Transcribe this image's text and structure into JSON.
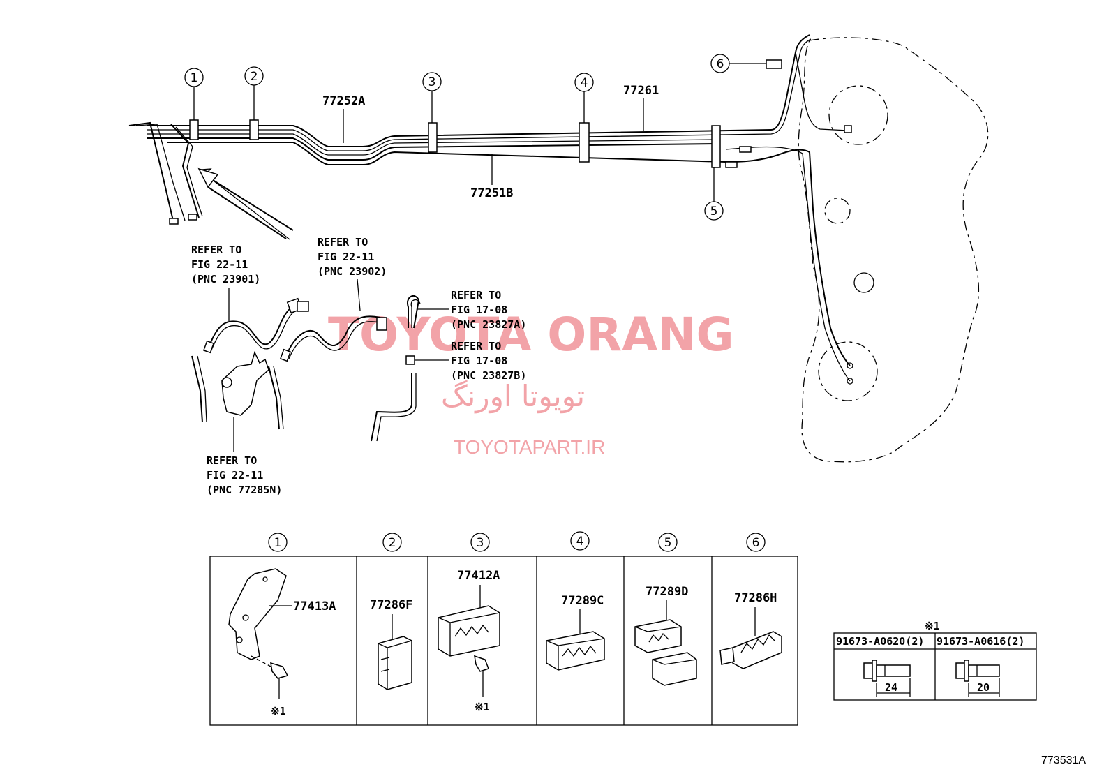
{
  "figure_number": "773531A",
  "watermark": {
    "brand": "TOYOTA ORANG",
    "persian": "تویوتا اورنگ",
    "site": "TOYOTAPART.IR"
  },
  "main_labels": {
    "tube_a": "77252A",
    "tube_b": "77251B",
    "tube_c": "77261"
  },
  "callouts": [
    "1",
    "2",
    "3",
    "4",
    "5",
    "6"
  ],
  "references": [
    {
      "line1": "REFER TO",
      "line2": "FIG 22-11",
      "line3": "(PNC 23901)"
    },
    {
      "line1": "REFER TO",
      "line2": "FIG 22-11",
      "line3": "(PNC 23902)"
    },
    {
      "line1": "REFER TO",
      "line2": "FIG 17-08",
      "line3": "(PNC 23827A)"
    },
    {
      "line1": "REFER TO",
      "line2": "FIG 17-08",
      "line3": "(PNC 23827B)"
    },
    {
      "line1": "REFER TO",
      "line2": "FIG 22-11",
      "line3": "(PNC 77285N)"
    }
  ],
  "parts_table": [
    {
      "callout": "1",
      "part": "77413A",
      "note": "※1"
    },
    {
      "callout": "2",
      "part": "77286F",
      "note": ""
    },
    {
      "callout": "3",
      "part": "77412A",
      "note": "※1"
    },
    {
      "callout": "4",
      "part": "77289C",
      "note": ""
    },
    {
      "callout": "5",
      "part": "77289D",
      "note": ""
    },
    {
      "callout": "6",
      "part": "77286H",
      "note": ""
    }
  ],
  "bolt_table": {
    "header": "※1",
    "columns": [
      {
        "part": "91673-A0620(2)",
        "length": "24"
      },
      {
        "part": "91673-A0616(2)",
        "length": "20"
      }
    ]
  }
}
